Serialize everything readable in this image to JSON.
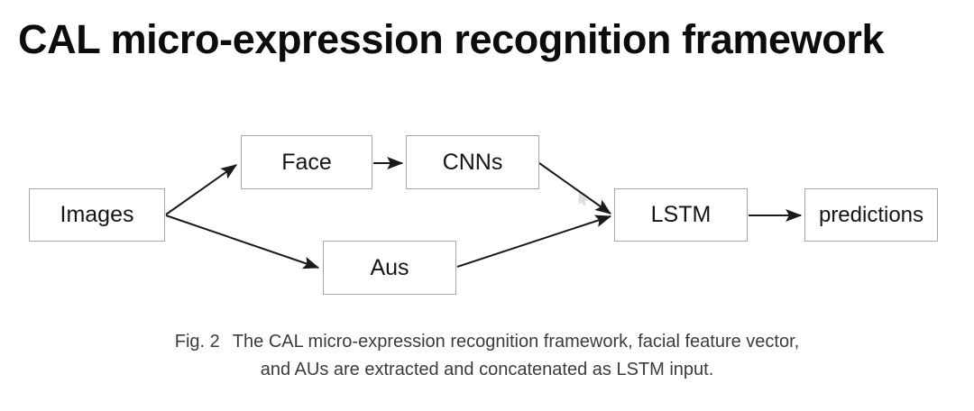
{
  "title": "CAL micro-expression recognition framework",
  "diagram": {
    "type": "flowchart",
    "nodes": [
      {
        "id": "images",
        "label": "Images"
      },
      {
        "id": "face",
        "label": "Face"
      },
      {
        "id": "cnns",
        "label": "CNNs"
      },
      {
        "id": "aus",
        "label": "Aus"
      },
      {
        "id": "lstm",
        "label": "LSTM"
      },
      {
        "id": "predictions",
        "label": "predictions"
      }
    ],
    "edges": [
      {
        "from": "images",
        "to": "face",
        "style": "arrow"
      },
      {
        "from": "images",
        "to": "aus",
        "style": "arrow"
      },
      {
        "from": "face",
        "to": "cnns",
        "style": "arrow"
      },
      {
        "from": "cnns",
        "to": "lstm",
        "style": "arrow"
      },
      {
        "from": "aus",
        "to": "lstm",
        "style": "arrow"
      },
      {
        "from": "lstm",
        "to": "predictions",
        "style": "arrow"
      }
    ],
    "cursor_artifact": "mouse-pointer"
  },
  "caption": {
    "figure_number": "Fig. 2",
    "line1": "The CAL micro-expression recognition framework, facial feature vector,",
    "line2": "and AUs are extracted and concatenated as LSTM input."
  },
  "colors": {
    "background": "#ffffff",
    "title_text": "#0c0c0c",
    "node_border": "#a6a6a6",
    "node_text": "#151515",
    "edge_stroke": "#1a1a1a",
    "caption_text": "#3b3b3b"
  }
}
